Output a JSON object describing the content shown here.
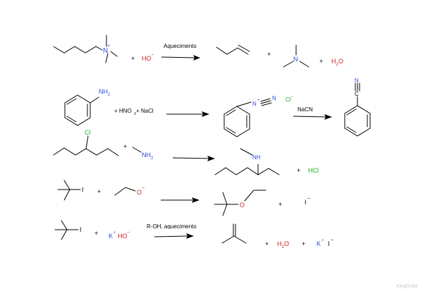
{
  "colors": {
    "nitrogen": "#2a4fd6",
    "oxygen": "#d12020",
    "chlorine": "#1fae2a",
    "potassium": "#2a4fd6",
    "iodine": "#7a1fa0",
    "watermark": "#c9c9c9"
  },
  "reactions": {
    "r1": {
      "n_plus": "N",
      "plus_sign": "+",
      "plus1": "+",
      "ho": "HO",
      "ho_minus": "−",
      "condition": "Aquecimento",
      "plus2": "+",
      "n_amine": "N",
      "plus3": "+",
      "water": "H",
      "water_sub": "2",
      "water_o": "O"
    },
    "r2": {
      "nh2": "NH",
      "nh2_sub": "2",
      "reagents_1": "+ HNO",
      "reagents_sub": "2",
      "reagents_2": " + NaCl",
      "diazo_n1": "N",
      "diazo_plus": "+",
      "diazo_n2": "N",
      "chloride": "Cl",
      "chloride_minus": "−",
      "condition": "NaCN",
      "nitrile_n": "N",
      "nitrile_c": "C"
    },
    "r3": {
      "cl": "Cl",
      "plus1": "+",
      "amine": "NH",
      "amine_sub": "2",
      "nh": "NH",
      "plus2": "+",
      "hcl": "HCl"
    },
    "r4": {
      "iodo": "I",
      "plus1": "+",
      "o_minus": "O",
      "o_minus_sign": "−",
      "ether_o": "O",
      "plus2": "+",
      "iodide": "I",
      "iodide_minus": "−"
    },
    "r5": {
      "iodo": "I",
      "plus1": "+",
      "k": "K",
      "k_plus": "+",
      "ho": "HO",
      "ho_minus": "−",
      "condition": "R-OH, aquecimento",
      "plus2": "+",
      "water": "H",
      "water_sub": "2",
      "water_o": "O",
      "plus3": "+",
      "k2": "K",
      "k2_plus": "+",
      "iodide": "I",
      "iodide_minus": "−"
    }
  },
  "watermark": "KingDraw"
}
